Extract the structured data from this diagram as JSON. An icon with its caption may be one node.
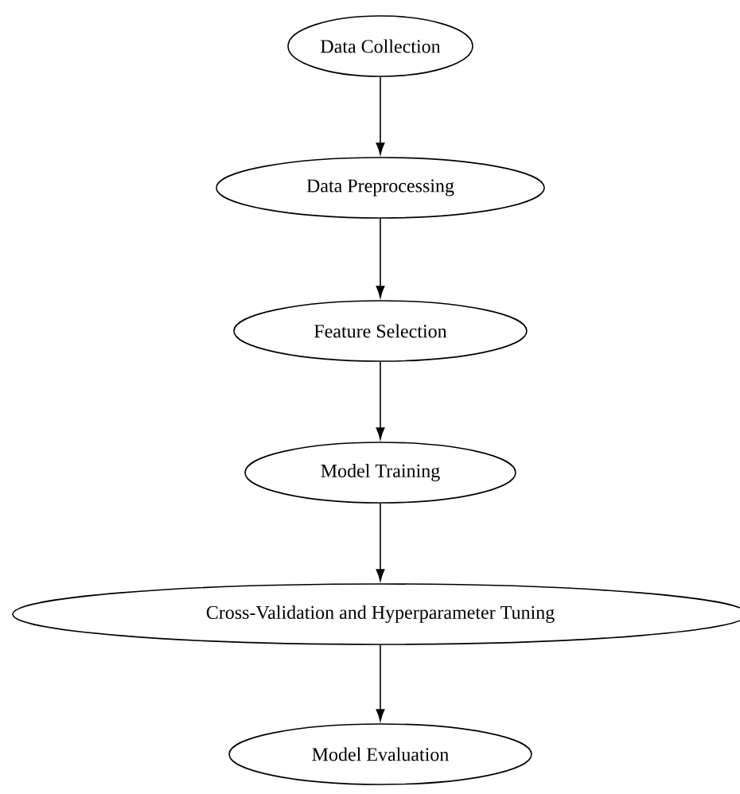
{
  "diagram": {
    "nodes": [
      {
        "text": [
          "Data Collection"
        ]
      },
      {
        "text": [
          "Data Preprocessing"
        ]
      },
      {
        "text": [
          "Feature Selection"
        ]
      },
      {
        "text": [
          "Model Training"
        ]
      },
      {
        "text": [
          "Cross-Validation and Hyperparameter Tuning"
        ]
      },
      {
        "text": [
          "Model Evaluation"
        ]
      }
    ],
    "edges": [
      {
        "from": 0,
        "to": 1,
        "arrow": "to"
      },
      {
        "from": 1,
        "to": 2,
        "arrow": "to"
      },
      {
        "from": 2,
        "to": 3,
        "arrow": "to"
      },
      {
        "from": 3,
        "to": 4,
        "arrow": "to"
      },
      {
        "from": 4,
        "to": 5,
        "arrow": "to"
      }
    ]
  }
}
